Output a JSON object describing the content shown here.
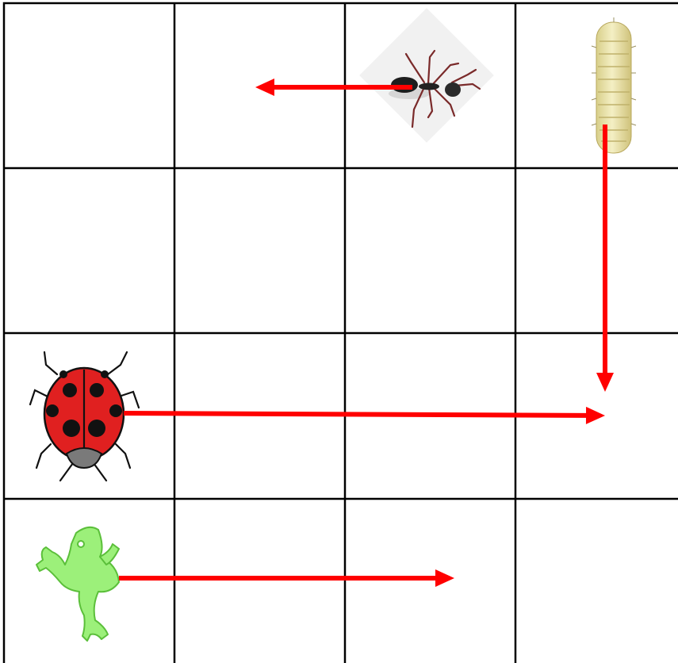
{
  "grid": {
    "rows": 4,
    "cols": 4,
    "line_color": "#000000",
    "background": "#ffffff"
  },
  "arrow_color": "#ff0000",
  "creatures": [
    {
      "name": "ant-icon",
      "cell": {
        "row": 1,
        "col": 3
      }
    },
    {
      "name": "caterpillar-icon",
      "cell": {
        "row": 1,
        "col": 4
      }
    },
    {
      "name": "ladybug-icon",
      "cell": {
        "row": 3,
        "col": 1
      }
    },
    {
      "name": "frog-icon",
      "cell": {
        "row": 4,
        "col": 1
      }
    }
  ],
  "moves": [
    {
      "creature": "ant-icon",
      "direction": "left"
    },
    {
      "creature": "caterpillar-icon",
      "direction": "down"
    },
    {
      "creature": "ladybug-icon",
      "direction": "right"
    },
    {
      "creature": "frog-icon",
      "direction": "right"
    }
  ]
}
